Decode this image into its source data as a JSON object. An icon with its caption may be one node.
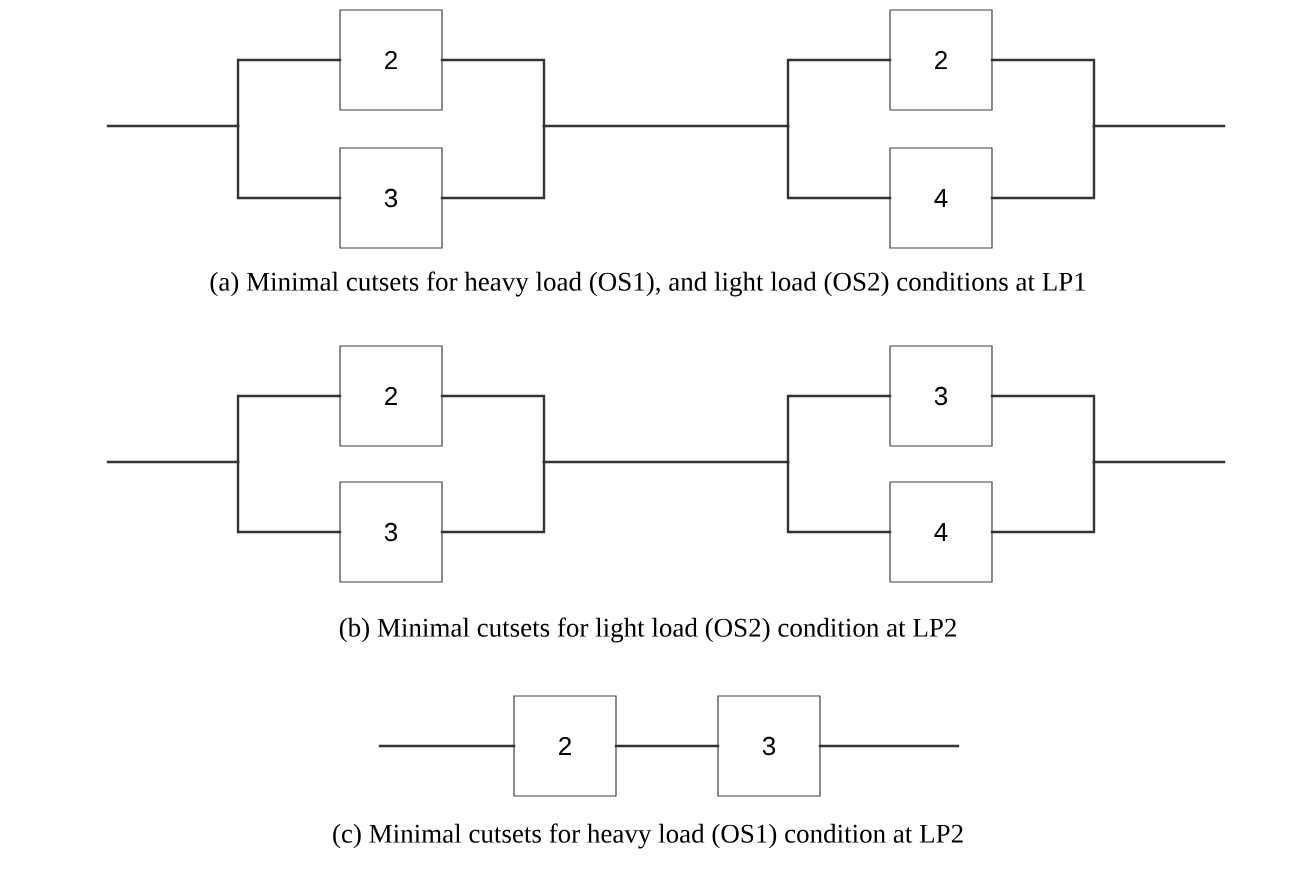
{
  "diagram": {
    "nodes": [
      {
        "text": [
          "2"
        ]
      },
      {
        "text": [
          "3"
        ]
      },
      {
        "text": [
          "2"
        ]
      },
      {
        "text": [
          "4"
        ]
      },
      {
        "text": [
          "2"
        ]
      },
      {
        "text": [
          "3"
        ]
      },
      {
        "text": [
          "3"
        ]
      },
      {
        "text": [
          "4"
        ]
      },
      {
        "text": [
          "2"
        ]
      },
      {
        "text": [
          "3"
        ]
      }
    ],
    "edges": [
      {
        "from": null,
        "to": 0,
        "arrow": "none"
      },
      {
        "from": null,
        "to": 1,
        "arrow": "none"
      },
      {
        "from": 0,
        "to": 2,
        "arrow": "none"
      },
      {
        "from": 0,
        "to": 3,
        "arrow": "none"
      },
      {
        "from": 1,
        "to": 2,
        "arrow": "none"
      },
      {
        "from": 1,
        "to": 3,
        "arrow": "none"
      },
      {
        "from": 2,
        "to": null,
        "arrow": "none"
      },
      {
        "from": 3,
        "to": null,
        "arrow": "none"
      },
      {
        "from": null,
        "to": 4,
        "arrow": "none"
      },
      {
        "from": null,
        "to": 5,
        "arrow": "none"
      },
      {
        "from": 4,
        "to": 6,
        "arrow": "none"
      },
      {
        "from": 4,
        "to": 7,
        "arrow": "none"
      },
      {
        "from": 5,
        "to": 6,
        "arrow": "none"
      },
      {
        "from": 5,
        "to": 7,
        "arrow": "none"
      },
      {
        "from": 6,
        "to": null,
        "arrow": "none"
      },
      {
        "from": 7,
        "to": null,
        "arrow": "none"
      },
      {
        "from": null,
        "to": 8,
        "arrow": "none"
      },
      {
        "from": 8,
        "to": 9,
        "arrow": "none"
      },
      {
        "from": 9,
        "to": null,
        "arrow": "none"
      }
    ],
    "labels": [
      "(a) Minimal cutsets for heavy load (OS1), and light load (OS2) conditions at LP1",
      "(b) Minimal cutsets for light load (OS2) condition at LP2",
      "(c) Minimal cutsets for heavy load (OS1) condition at LP2"
    ]
  }
}
